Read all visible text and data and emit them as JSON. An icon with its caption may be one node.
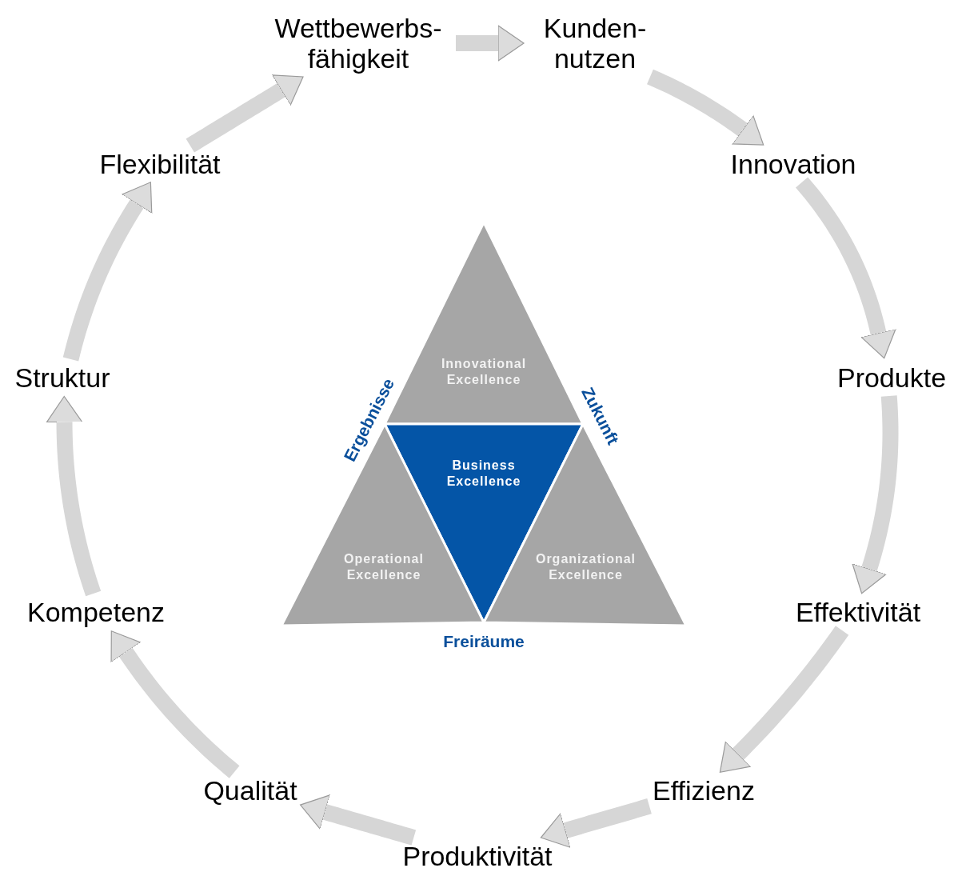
{
  "diagram": {
    "nodes": [
      {
        "text": [
          "Wettbewerbs- fähigkeit"
        ]
      },
      {
        "text": [
          "Kunden- nutzen"
        ]
      },
      {
        "text": [
          "Innovation"
        ]
      },
      {
        "text": [
          "Produkte"
        ]
      },
      {
        "text": [
          "Effektivität"
        ]
      },
      {
        "text": [
          "Effizienz"
        ]
      },
      {
        "text": [
          "Produktivität"
        ]
      },
      {
        "text": [
          "Qualität"
        ]
      },
      {
        "text": [
          "Kompetenz"
        ]
      },
      {
        "text": [
          "Struktur"
        ]
      },
      {
        "text": [
          "Flexibilität"
        ]
      },
      {
        "text": [
          "Innovational Excellence"
        ]
      },
      {
        "text": [
          "Business Excellence"
        ]
      },
      {
        "text": [
          "Operational Excellence"
        ]
      },
      {
        "text": [
          "Organizational Excellence"
        ]
      }
    ],
    "edges": [
      {
        "from": 0,
        "to": 1,
        "arrow": "to"
      },
      {
        "from": 1,
        "to": 2,
        "arrow": "to"
      },
      {
        "from": 2,
        "to": 3,
        "arrow": "to"
      },
      {
        "from": 3,
        "to": 4,
        "arrow": "to"
      },
      {
        "from": 4,
        "to": 5,
        "arrow": "to"
      },
      {
        "from": 5,
        "to": 6,
        "arrow": "to"
      },
      {
        "from": 6,
        "to": 7,
        "arrow": "to"
      },
      {
        "from": 7,
        "to": 8,
        "arrow": "to"
      },
      {
        "from": 8,
        "to": 9,
        "arrow": "to"
      },
      {
        "from": 9,
        "to": 10,
        "arrow": "to"
      },
      {
        "from": 10,
        "to": 0,
        "arrow": "to"
      }
    ],
    "labels": [
      "Ergebnisse",
      "Zukunft",
      "Freiräume"
    ]
  }
}
